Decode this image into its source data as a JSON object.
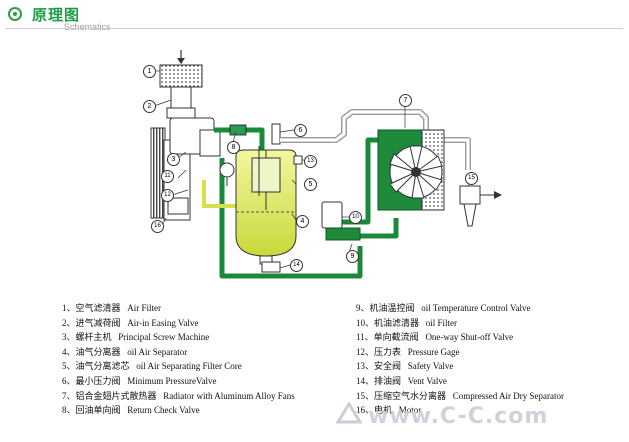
{
  "header": {
    "title": "原理图",
    "subtitle": "Schematics"
  },
  "legend_left": [
    {
      "num": "1、",
      "cn": "空气滤清器",
      "en": "Air  Filter"
    },
    {
      "num": "2、",
      "cn": "进气减荷阀",
      "en": "Air-in Easing  Valve"
    },
    {
      "num": "3、",
      "cn": "螺杆主机",
      "en": "Principal Screw Machine"
    },
    {
      "num": "4、",
      "cn": "油气分离器",
      "en": "oil Air Separator"
    },
    {
      "num": "5、",
      "cn": "油气分离滤芯",
      "en": "oil Air Separating Filter  Core"
    },
    {
      "num": "6、",
      "cn": "最小压力阀",
      "en": "Minimum PressureValve"
    },
    {
      "num": "7、",
      "cn": "铝合金翅片式散热器",
      "en": "Radiator with Aluminum Alloy Fans"
    },
    {
      "num": "8、",
      "cn": "回油单向阀",
      "en": "Return Check Valve"
    }
  ],
  "legend_right": [
    {
      "num": "9、",
      "cn": "机油温控阀",
      "en": "oil Temperature Control Valve"
    },
    {
      "num": "10、",
      "cn": "机油滤清器",
      "en": "oil Filter"
    },
    {
      "num": "11、",
      "cn": "单向截流阀",
      "en": "One-way Shut-off Valve"
    },
    {
      "num": "12、",
      "cn": "压力表",
      "en": "Pressure Gage"
    },
    {
      "num": "13、",
      "cn": "安全阀",
      "en": "Safety Valve"
    },
    {
      "num": "14、",
      "cn": "排油阀",
      "en": "Vent Valve"
    },
    {
      "num": "15、",
      "cn": "压缩空气水分离器",
      "en": "Compressed Air Dry Separator"
    },
    {
      "num": "16、",
      "cn": "电机",
      "en": "Motor"
    }
  ],
  "callouts": [
    "1",
    "2",
    "3",
    "4",
    "5",
    "6",
    "7",
    "8",
    "9",
    "10",
    "11",
    "12",
    "13",
    "14",
    "15",
    "16"
  ],
  "watermark": "www.C-C.com",
  "colors": {
    "accent": "#2e9e4e",
    "pipe_green": "#1a8a3a",
    "oil_yellow": "#d6e04a",
    "radiator": "#1f8a3c",
    "outline": "#333333"
  }
}
